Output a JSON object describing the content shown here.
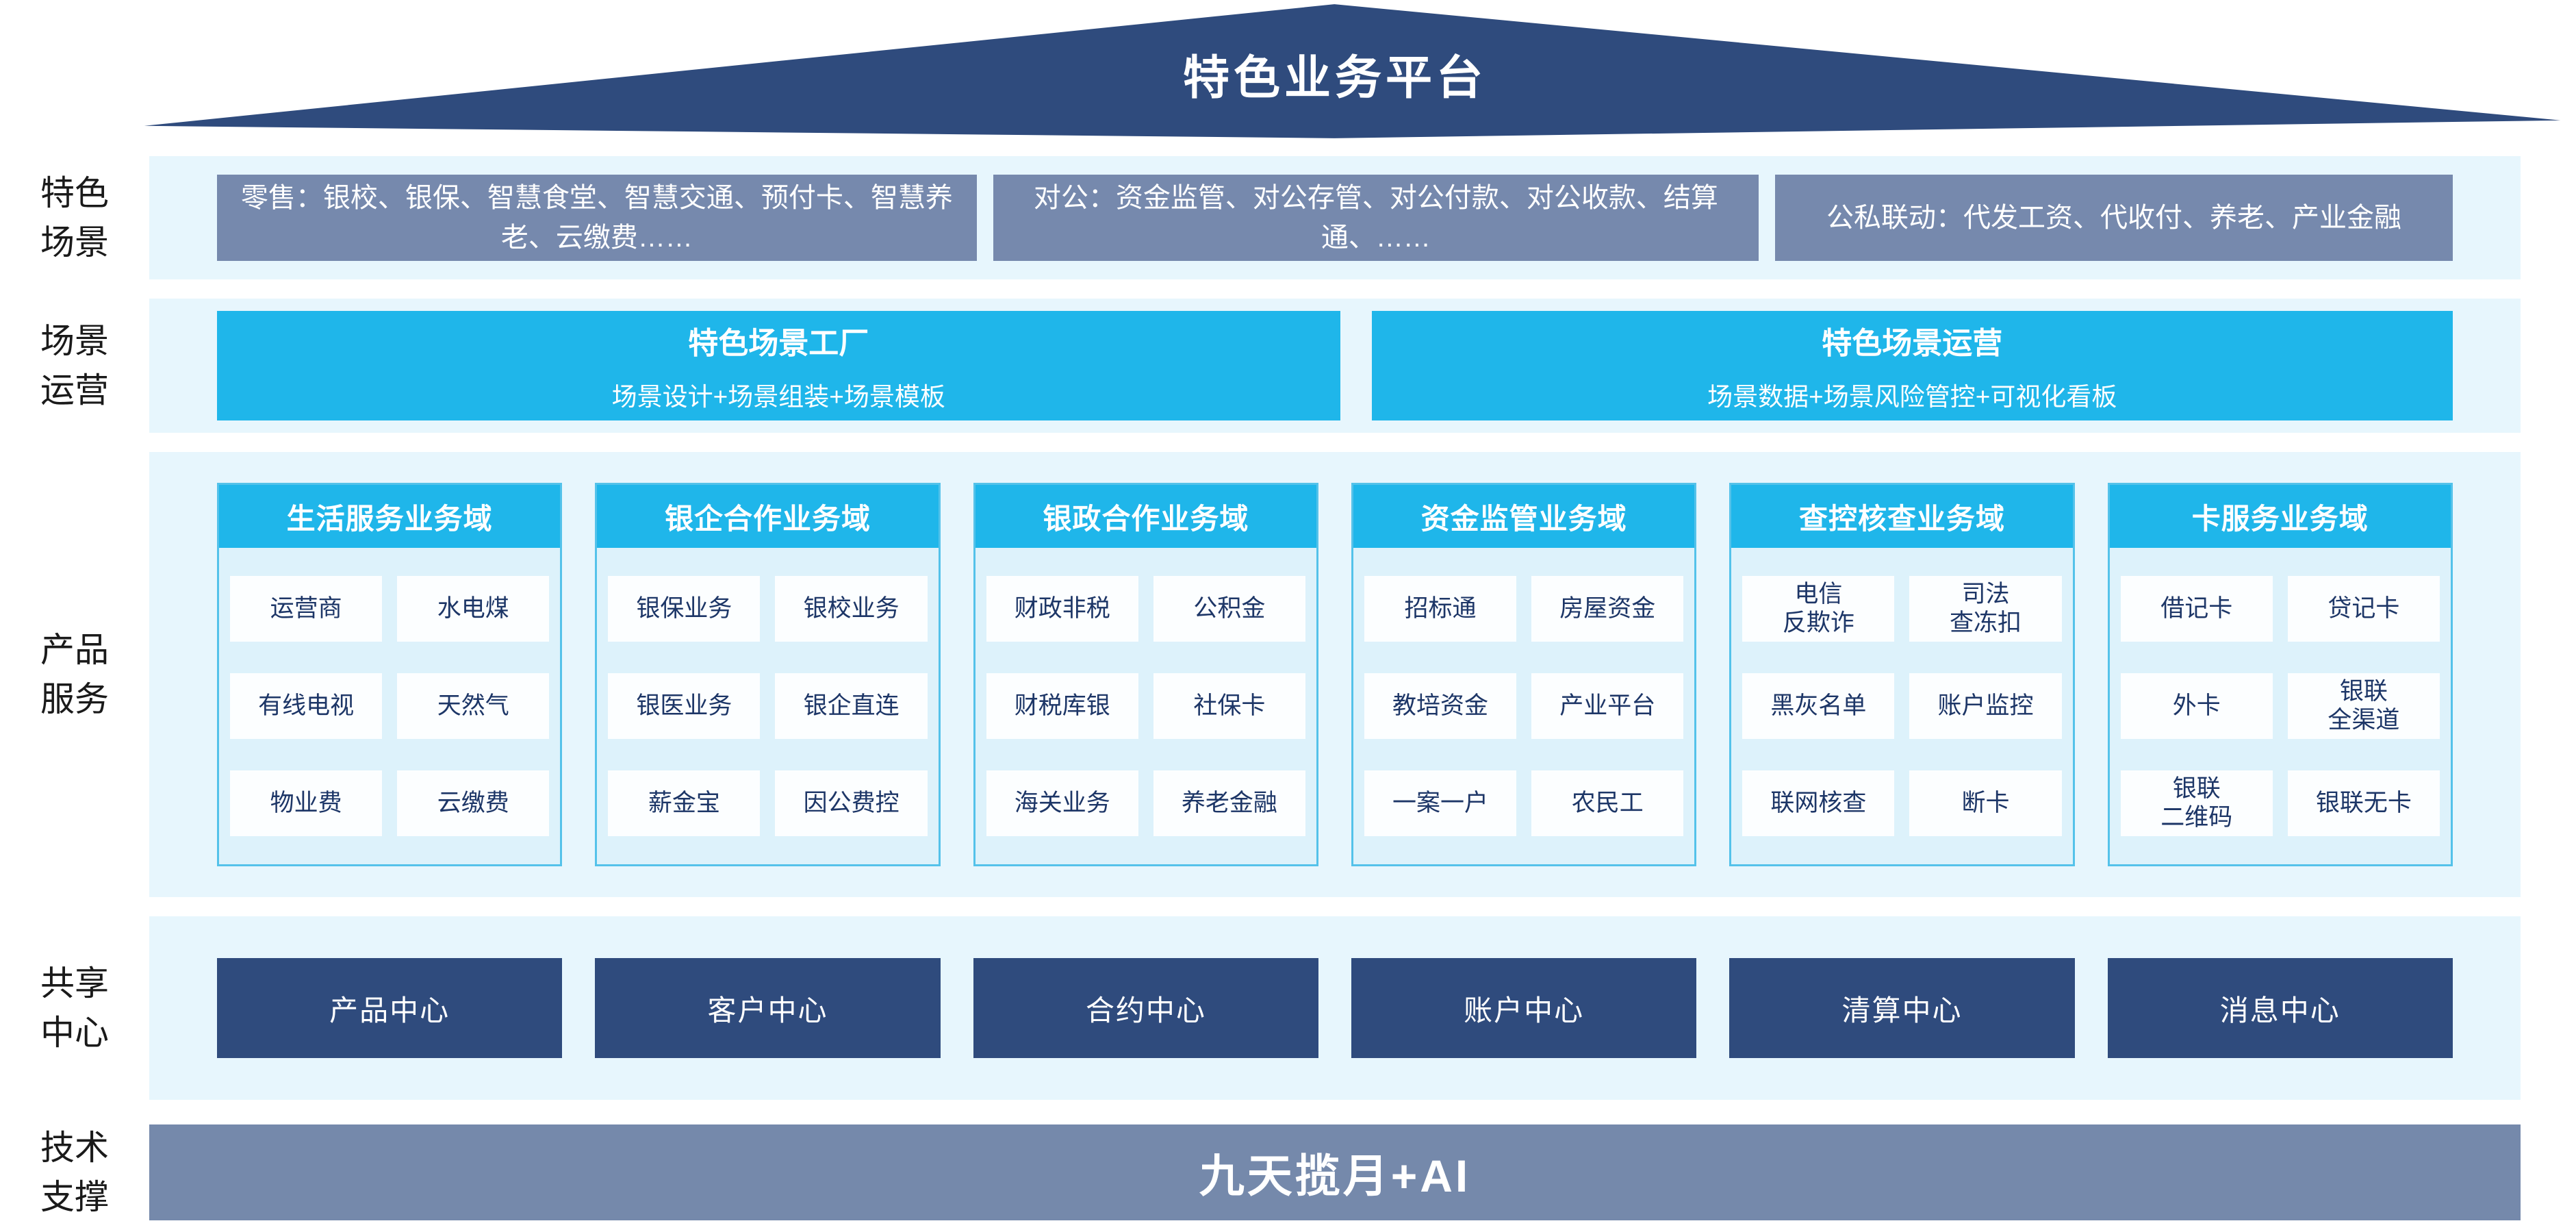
{
  "roof_title": "特色业务平台",
  "colors": {
    "navy": "#2F4B7D",
    "slate_box": "#7689AD",
    "cyan": "#1FB6EA",
    "band_bg": "#E7F6FD",
    "column_bg": "#DDF2FB",
    "column_border": "#54C2EA",
    "item_text": "#1D3667",
    "tech_bar": "#7589AB"
  },
  "scene_row": {
    "label": "特色\n场景",
    "boxes": [
      "零售：银校、银保、智慧食堂、智慧交通、预付卡、智慧养老、云缴费……",
      "对公：资金监管、对公存管、对公付款、对公收款、结算通、……",
      "公私联动：代发工资、代收付、养老、产业金融"
    ]
  },
  "operation_row": {
    "label": "场景\n运营",
    "boxes": [
      {
        "title": "特色场景工厂",
        "subtitle": "场景设计+场景组装+场景模板"
      },
      {
        "title": "特色场景运营",
        "subtitle": "场景数据+场景风险管控+可视化看板"
      }
    ]
  },
  "product_row": {
    "label": "产品\n服务",
    "domains": [
      {
        "header": "生活服务业务域",
        "items": [
          "运营商",
          "水电煤",
          "有线电视",
          "天然气",
          "物业费",
          "云缴费"
        ]
      },
      {
        "header": "银企合作业务域",
        "items": [
          "银保业务",
          "银校业务",
          "银医业务",
          "银企直连",
          "薪金宝",
          "因公费控"
        ]
      },
      {
        "header": "银政合作业务域",
        "items": [
          "财政非税",
          "公积金",
          "财税库银",
          "社保卡",
          "海关业务",
          "养老金融"
        ]
      },
      {
        "header": "资金监管业务域",
        "items": [
          "招标通",
          "房屋资金",
          "教培资金",
          "产业平台",
          "一案一户",
          "农民工"
        ]
      },
      {
        "header": "查控核查业务域",
        "items": [
          "电信\n反欺诈",
          "司法\n查冻扣",
          "黑灰名单",
          "账户监控",
          "联网核查",
          "断卡"
        ]
      },
      {
        "header": "卡服务业务域",
        "items": [
          "借记卡",
          "贷记卡",
          "外卡",
          "银联\n全渠道",
          "银联\n二维码",
          "银联无卡"
        ]
      }
    ]
  },
  "center_row": {
    "label": "共享\n中心",
    "boxes": [
      "产品中心",
      "客户中心",
      "合约中心",
      "账户中心",
      "清算中心",
      "消息中心"
    ]
  },
  "tech_row": {
    "label": "技术\n支撑",
    "bar": "九天揽月+AI"
  }
}
